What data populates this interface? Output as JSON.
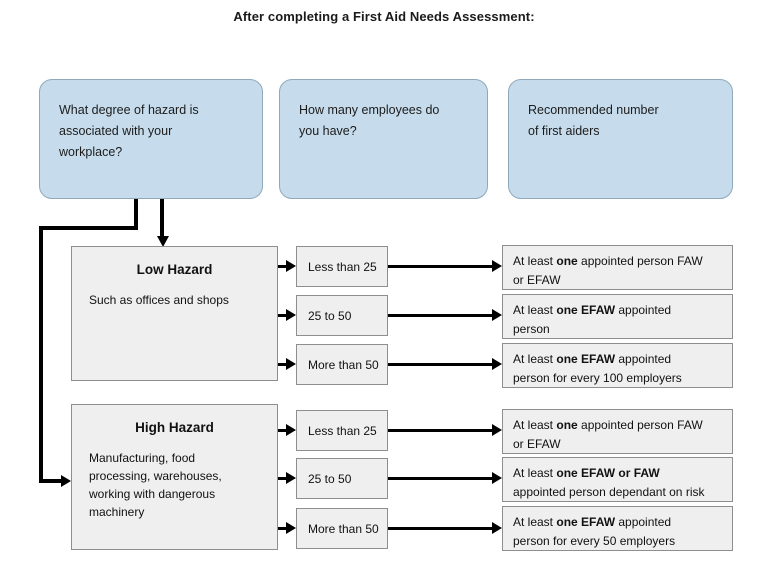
{
  "title": "After completing a First Aid Needs Assessment:",
  "colors": {
    "header_fill": "#c6dcec",
    "header_border": "#8fa8ba",
    "box_fill": "#efefef",
    "box_border": "#8e8e8e",
    "connector": "#000000",
    "text": "#111111",
    "background": "#ffffff"
  },
  "headers": [
    {
      "line1": "What degree of hazard is",
      "line2": "associated with your",
      "line3": "workplace?"
    },
    {
      "line1": "How many employees do",
      "line2": "you have?",
      "line3": ""
    },
    {
      "line1": "Recommended number",
      "line2": "of first aiders",
      "line3": ""
    }
  ],
  "hazards": [
    {
      "title": "Low Hazard",
      "description": "Such as offices and shops"
    },
    {
      "title": "High Hazard",
      "description": "Manufacturing, food processing, warehouses, working with dangerous machinery"
    }
  ],
  "counts": {
    "low": [
      "Less than 25",
      "25 to 50",
      "More than 50"
    ],
    "high": [
      "Less than 25",
      "25 to 50",
      "More than 50"
    ]
  },
  "recommendations": {
    "low": [
      {
        "pre": "At least ",
        "bold": "one",
        "post": " appointed person FAW",
        "line2": "or EFAW"
      },
      {
        "pre": "At least ",
        "bold": "one EFAW",
        "post": " appointed",
        "line2": "person"
      },
      {
        "pre": "At least ",
        "bold": "one EFAW",
        "post": " appointed",
        "line2": "person for every 100 employers"
      }
    ],
    "high": [
      {
        "pre": "At least ",
        "bold": "one",
        "post": " appointed person FAW",
        "line2": "or EFAW"
      },
      {
        "pre": "At least ",
        "bold": "one EFAW or FAW",
        "post": "",
        "line2": "appointed person dependant on risk"
      },
      {
        "pre": "At least ",
        "bold": "one EFAW",
        "post": " appointed",
        "line2": "person for every 50 employers"
      }
    ]
  }
}
